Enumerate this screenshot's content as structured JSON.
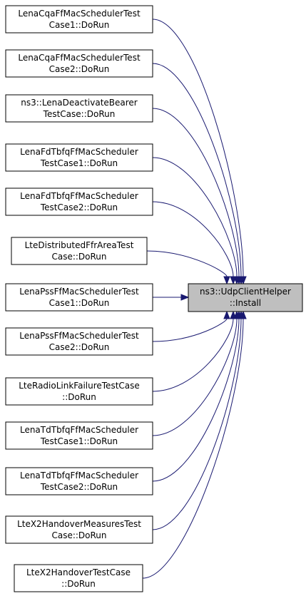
{
  "target": {
    "line1": "ns3::UdpClientHelper",
    "line2": "::Install"
  },
  "callers": [
    {
      "line1": "LenaCqaFfMacSchedulerTest",
      "line2": "Case1::DoRun"
    },
    {
      "line1": "LenaCqaFfMacSchedulerTest",
      "line2": "Case2::DoRun"
    },
    {
      "line1": "ns3::LenaDeactivateBearer",
      "line2": "TestCase::DoRun"
    },
    {
      "line1": "LenaFdTbfqFfMacScheduler",
      "line2": "TestCase1::DoRun"
    },
    {
      "line1": "LenaFdTbfqFfMacScheduler",
      "line2": "TestCase2::DoRun"
    },
    {
      "line1": "LteDistributedFfrAreaTest",
      "line2": "Case::DoRun"
    },
    {
      "line1": "LenaPssFfMacSchedulerTest",
      "line2": "Case1::DoRun"
    },
    {
      "line1": "LenaPssFfMacSchedulerTest",
      "line2": "Case2::DoRun"
    },
    {
      "line1": "LteRadioLinkFailureTestCase",
      "line2": "::DoRun"
    },
    {
      "line1": "LenaTdTbfqFfMacScheduler",
      "line2": "TestCase1::DoRun"
    },
    {
      "line1": "LenaTdTbfqFfMacScheduler",
      "line2": "TestCase2::DoRun"
    },
    {
      "line1": "LteX2HandoverMeasuresTest",
      "line2": "Case::DoRun"
    },
    {
      "line1": "LteX2HandoverTestCase",
      "line2": "::DoRun"
    }
  ],
  "colors": {
    "edge": "#191970",
    "target_fill": "#bfbfbf",
    "node_fill": "#ffffff",
    "border": "#000000"
  }
}
